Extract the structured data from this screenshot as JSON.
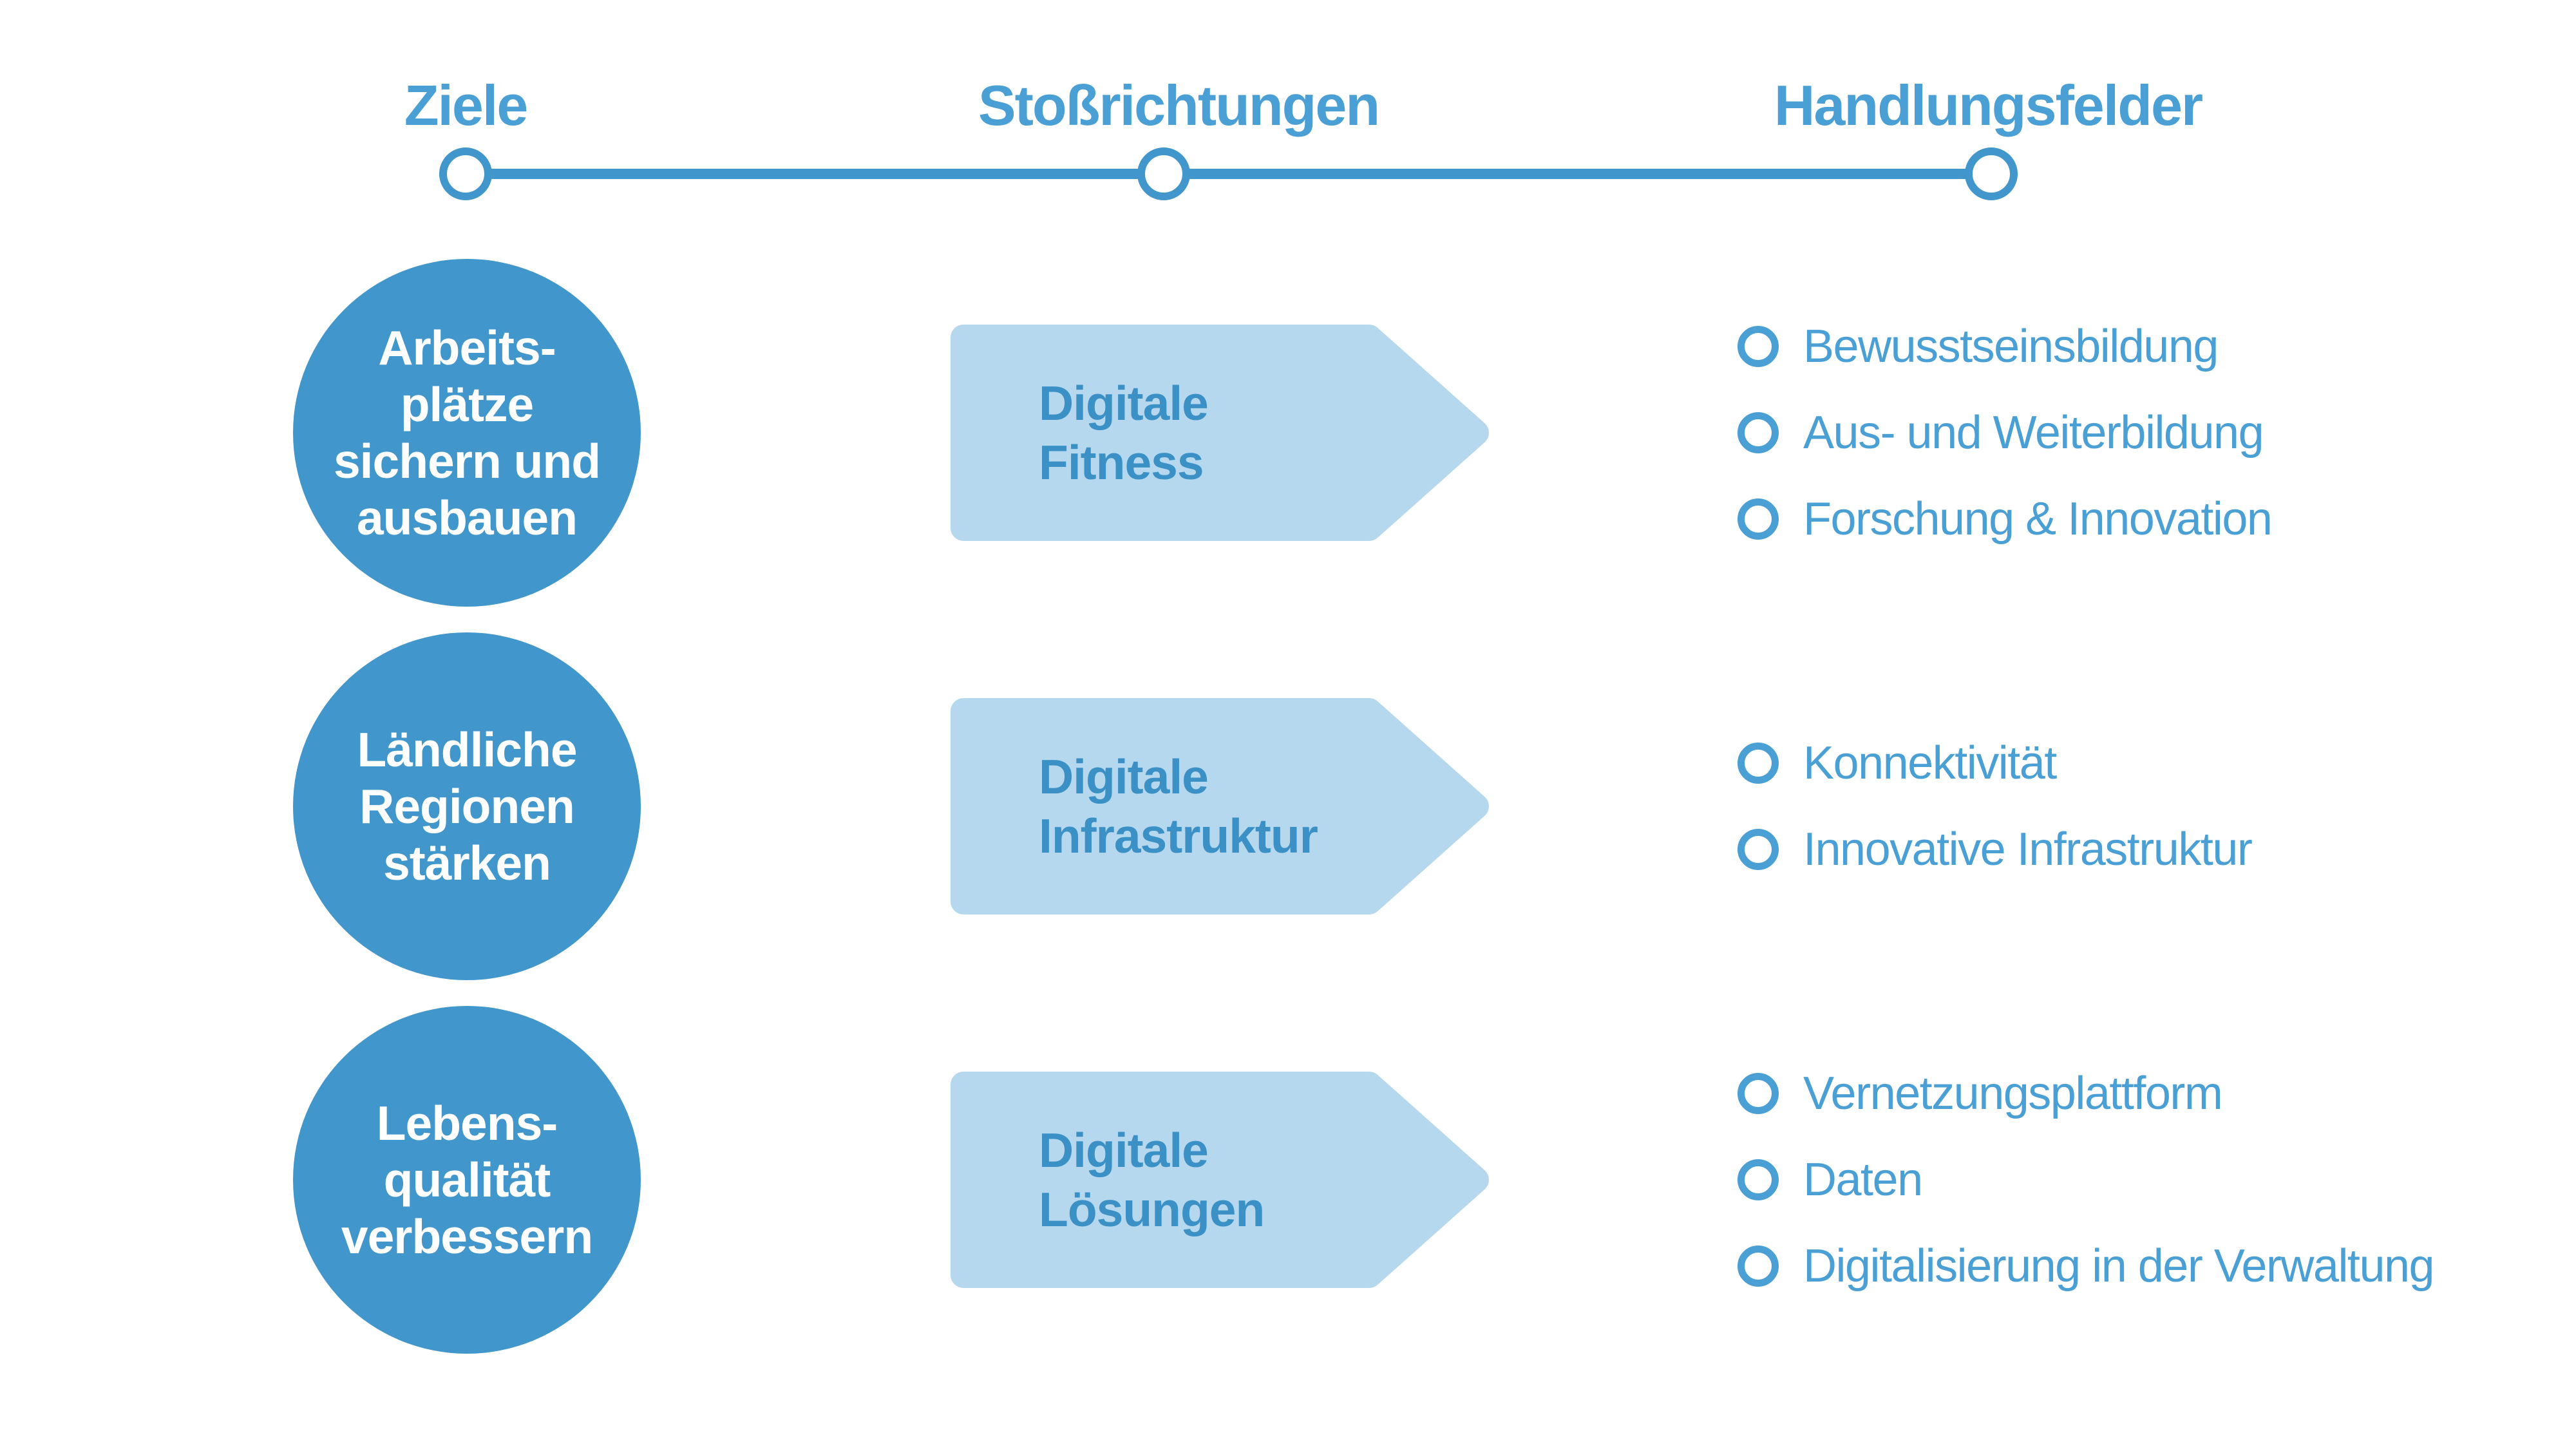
{
  "colors": {
    "background": "#ffffff",
    "blue_solid": "#4197CC",
    "blue_text": "#4A9FD5",
    "arrow_fill": "#B5D8EE",
    "arrow_text": "#3B90C6",
    "circle_text": "#ffffff"
  },
  "header": {
    "columns": [
      {
        "label": "Ziele"
      },
      {
        "label": "Stoßrichtungen"
      },
      {
        "label": "Handlungsfelder"
      }
    ]
  },
  "rows": [
    {
      "goal_lines": [
        "Arbeits-",
        "plätze",
        "sichern und",
        "ausbauen"
      ],
      "direction_lines": [
        "Digitale",
        "Fitness"
      ],
      "fields": [
        "Bewusstseinsbildung",
        "Aus- und Weiterbildung",
        "Forschung & Innovation"
      ]
    },
    {
      "goal_lines": [
        "Ländliche",
        "Regionen",
        "stärken"
      ],
      "direction_lines": [
        "Digitale",
        "Infrastruktur"
      ],
      "fields": [
        "Konnektivität",
        "Innovative Infrastruktur"
      ]
    },
    {
      "goal_lines": [
        "Lebens-",
        "qualität",
        "verbessern"
      ],
      "direction_lines": [
        "Digitale",
        "Lösungen"
      ],
      "fields": [
        "Vernetzungsplattform",
        "Daten",
        "Digitalisierung in der Verwaltung"
      ]
    }
  ]
}
